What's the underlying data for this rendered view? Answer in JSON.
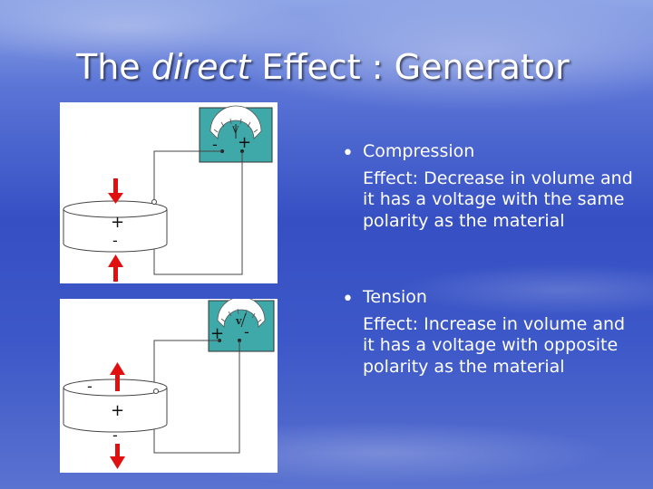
{
  "title": {
    "normal1": "The ",
    "italic": "direct",
    "normal2": " Effect : Generator"
  },
  "diagram_top": {
    "meter_label": "V",
    "terminal_left": "-",
    "terminal_right": "+",
    "block_top_sign": "+",
    "block_bottom_sign": "-"
  },
  "diagram_bottom": {
    "meter_label": "v",
    "terminal_left": "+",
    "terminal_right": "-",
    "block_top_sign": "-",
    "block_bottom_sign": "+",
    "below_sign": "-"
  },
  "bullets": [
    {
      "heading": "Compression",
      "text": "Effect: Decrease in volume and it has a voltage with the same polarity as the material"
    },
    {
      "heading": "Tension",
      "text": "Effect: Increase in volume and it has a voltage with opposite polarity as the material"
    }
  ],
  "colors": {
    "meter_face": "#3fa8a8",
    "arrow": "#e01010",
    "text": "#ffffff"
  }
}
